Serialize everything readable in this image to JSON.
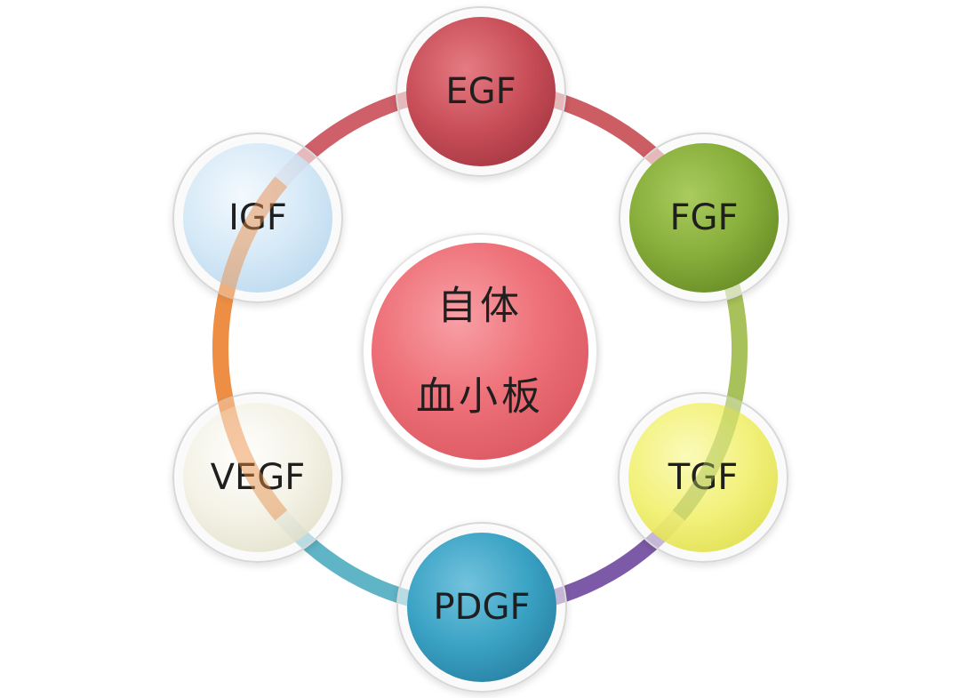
{
  "center": {
    "line1": "自体",
    "line2": "血小板",
    "color": "#ee7078"
  },
  "nodes": [
    {
      "id": "egf",
      "label": "EGF",
      "color": "#c84e58"
    },
    {
      "id": "fgf",
      "label": "FGF",
      "color": "#86ad3a"
    },
    {
      "id": "tgf",
      "label": "TGF",
      "color": "#f1f06a"
    },
    {
      "id": "pdgf",
      "label": "PDGF",
      "color": "#3aa2c4"
    },
    {
      "id": "vegf",
      "label": "VEGF",
      "color": "#f3f1e2"
    },
    {
      "id": "igf",
      "label": "IGF",
      "color": "#cfe6f6"
    }
  ],
  "ring_colors": {
    "egf_fgf": "#cc5d63",
    "fgf_tgf": "#a9c25a",
    "tgf_pdgf": "#7d5aa7",
    "pdgf_vegf": "#5fb4c6",
    "vegf_igf": "#ee8f45",
    "igf_egf": "#cf5f68"
  }
}
